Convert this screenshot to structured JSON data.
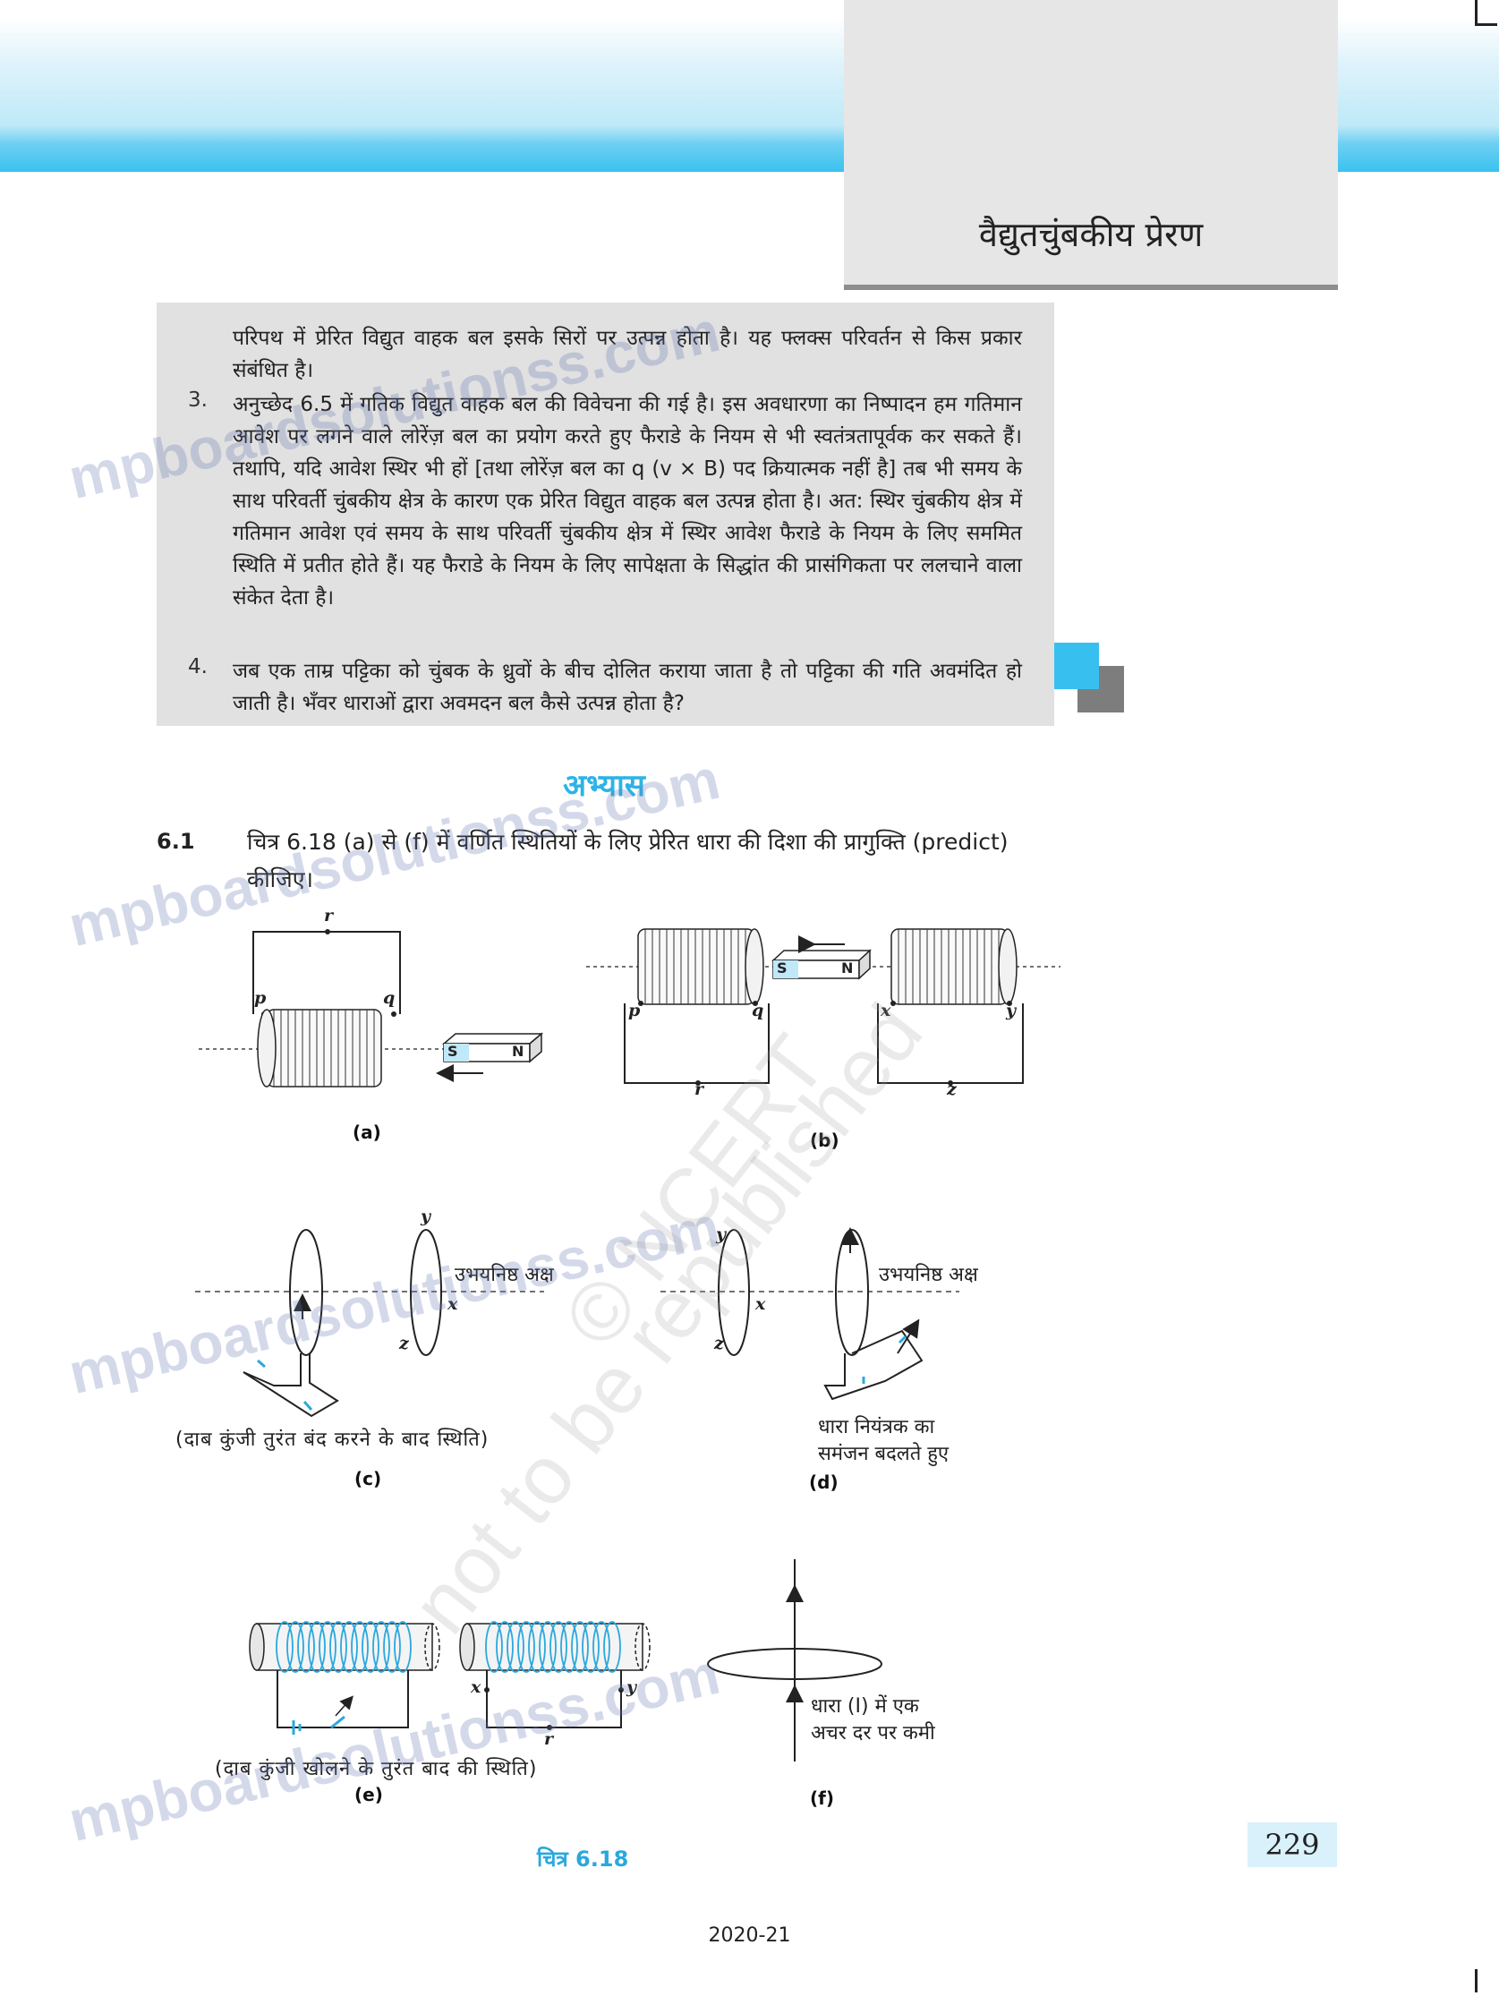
{
  "header": {
    "chapter_title": "वैद्युतचुंबकीय प्रेरण"
  },
  "questions_box": {
    "q2_continuation": "परिपथ में प्रेरित विद्युत वाहक बल इसके सिरों पर उत्पन्न होता है। यह फ्लक्स परिवर्तन से किस प्रकार संबंधित है।",
    "q3_num": "3.",
    "q3_text": "अनुच्छेद 6.5 में गतिक विद्युत वाहक बल की विवेचना की गई है। इस अवधारणा का निष्पादन हम गतिमान आवेश पर लगने वाले लोरेंज़ बल का प्रयोग करते हुए फैराडे के नियम से भी स्वतंत्रतापूर्वक कर सकते हैं। तथापि, यदि आवेश स्थिर भी हों [तथा लोरेंज़ बल का q (v × B) पद क्रियात्मक नहीं है] तब भी समय के साथ परिवर्ती चुंबकीय क्षेत्र के कारण एक प्रेरित विद्युत वाहक बल उत्पन्न होता है। अत: स्थिर चुंबकीय क्षेत्र में गतिमान आवेश एवं समय के साथ परिवर्ती चुंबकीय क्षेत्र में स्थिर आवेश फैराडे के नियम के लिए सममित स्थिति में प्रतीत होते हैं। यह फैराडे के नियम के लिए सापेक्षता के सिद्धांत की प्रासंगिकता पर ललचाने वाला संकेत देता है।",
    "q4_num": "4.",
    "q4_text": "जब एक ताम्र पट्टिका को चुंबक के ध्रुवों के बीच दोलित कराया जाता है तो पट्टिका की गति अवमंदित हो जाती है। भँवर धाराओं द्वारा अवमदन बल कैसे उत्पन्न होता है?"
  },
  "exercise": {
    "heading": "अभ्यास",
    "num": "6.1",
    "text": "चित्र 6.18 (a) से (f) में वर्णित स्थितियों के लिए प्रेरित धारा की दिशा की प्रागुक्ति (predict) कीजिए।"
  },
  "figure": {
    "caption": "चित्र 6.18",
    "a": {
      "label": "(a)",
      "p": "p",
      "q": "q",
      "r": "r",
      "magnet_s": "S",
      "magnet_n": "N"
    },
    "b": {
      "label": "(b)",
      "p": "p",
      "q": "q",
      "r": "r",
      "x": "x",
      "y": "y",
      "z": "z",
      "magnet_s": "S",
      "magnet_n": "N"
    },
    "c": {
      "label": "(c)",
      "axis_label": "उभयनिष्ठ अक्ष",
      "x": "x",
      "y": "y",
      "z": "z",
      "note": "(दाब कुंजी तुरंत बंद करने के बाद स्थिति)"
    },
    "d": {
      "label": "(d)",
      "axis_label": "उभयनिष्ठ अक्ष",
      "x": "x",
      "y": "y",
      "z": "z",
      "note_line1": "धारा नियंत्रक का",
      "note_line2": "समंजन बदलते हुए"
    },
    "e": {
      "label": "(e)",
      "x": "x",
      "y": "y",
      "r": "r",
      "note": "(दाब कुंजी खोलने के तुरंत बाद की स्थिति)"
    },
    "f": {
      "label": "(f)",
      "note_line1": "धारा (I) में एक",
      "note_line2": "अचर दर पर कमी"
    }
  },
  "page_number": "229",
  "year": "2020-21",
  "watermark": {
    "site": "mpboardsolutionss.com",
    "ncert": "© NCERT",
    "notice": "not to be republished"
  }
}
